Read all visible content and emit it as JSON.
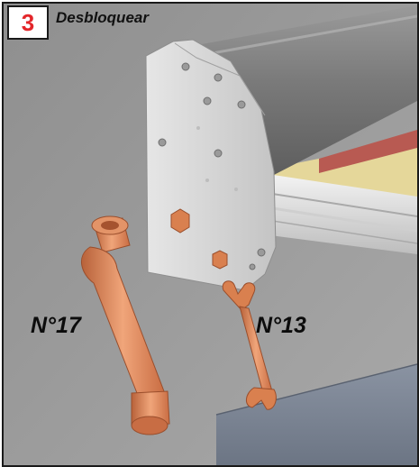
{
  "step": {
    "number": "3",
    "title": "Desbloquear"
  },
  "tools": {
    "socket_wrench_label": "N°17",
    "open_wrench_label": "N°13"
  },
  "colors": {
    "background": "#9c9c9c",
    "bracket": "#d8d8d8",
    "tool_copper": "#d9804f",
    "badge_number": "#e3262a",
    "panel_blue_gray": "#7d8797"
  }
}
